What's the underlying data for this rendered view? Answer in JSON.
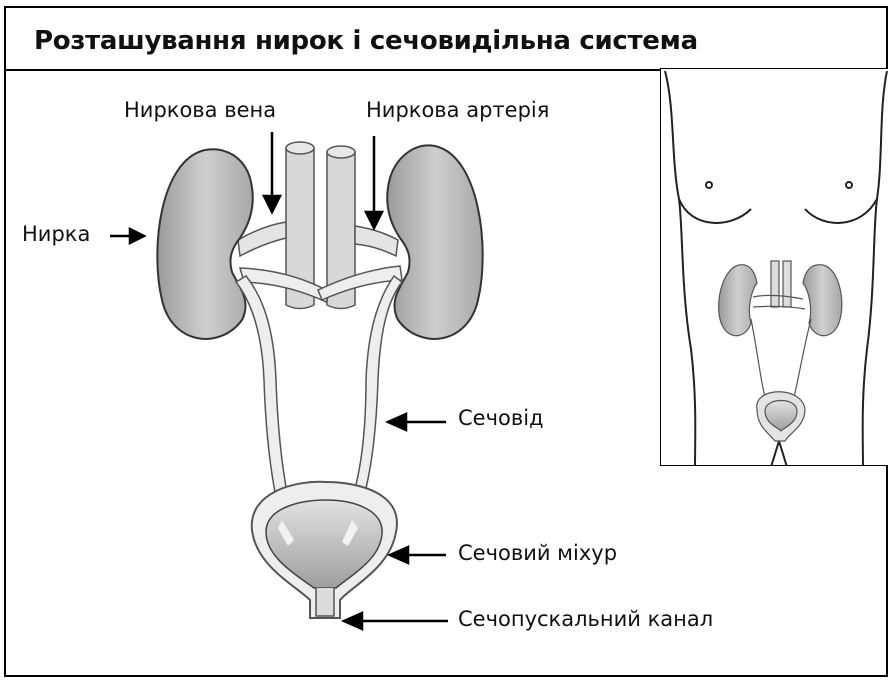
{
  "title": "Розташування нирок і сечовидільна система",
  "labels": {
    "renal_vein": "Ниркова вена",
    "renal_artery": "Ниркова артерія",
    "kidney": "Нирка",
    "ureter": "Сечовід",
    "bladder": "Сечовий міхур",
    "urethra": "Сечопускальний канал"
  },
  "colors": {
    "organ_fill": "#c9c9c9",
    "tube_fill": "#ececec",
    "outline": "#444444",
    "line": "#000000"
  }
}
